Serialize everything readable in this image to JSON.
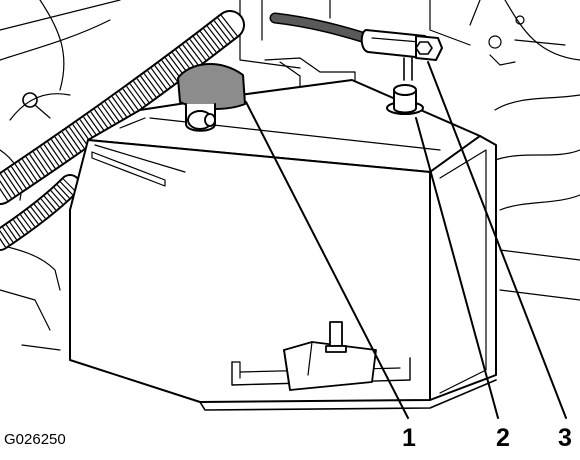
{
  "figure": {
    "id_label": "G026250",
    "callouts": [
      {
        "number": "1",
        "part": "negative-terminal-boot"
      },
      {
        "number": "2",
        "part": "positive-terminal-post"
      },
      {
        "number": "3",
        "part": "positive-cable-clamp"
      }
    ]
  },
  "colors": {
    "line": "#000000",
    "background": "#ffffff",
    "boot_fill": "#8c8c8c",
    "cable_fill": "#5a5a5a",
    "shade_fill": "#d9d9d9"
  }
}
